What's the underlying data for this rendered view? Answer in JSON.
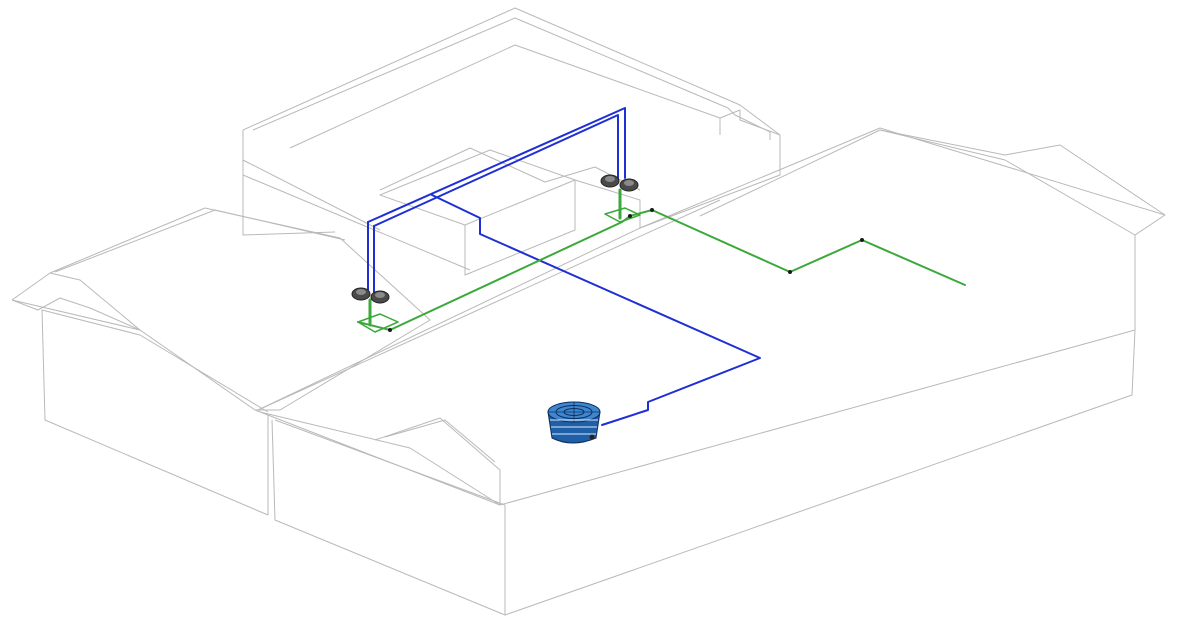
{
  "view": {
    "kind": "3D isometric building model",
    "background": "#ffffff",
    "edge_color": "#b9b9b9"
  },
  "systems": [
    {
      "id": "supply",
      "color": "#1f2fd6"
    },
    {
      "id": "return",
      "color": "#3aa83a"
    }
  ],
  "equipment": [
    {
      "id": "indoor-unit-left",
      "icon": "fan-coil-icon",
      "color": "#4a4a4a"
    },
    {
      "id": "indoor-unit-right",
      "icon": "fan-coil-icon",
      "color": "#4a4a4a"
    },
    {
      "id": "outdoor-unit",
      "icon": "condenser-unit-icon",
      "color": "#1e5fa8"
    }
  ]
}
